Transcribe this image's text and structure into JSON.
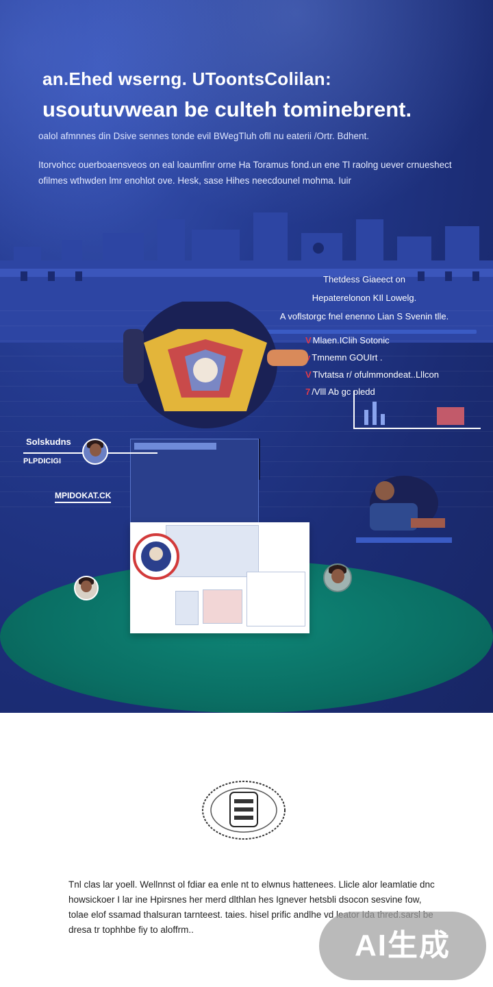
{
  "hero": {
    "headline_1": "an.Ehed wserng. UToontsColilan:",
    "headline_2": "usoutuvwean be culteh tominebrent.",
    "subline": "oalol afmnnes din Dsive sennes tonde evil BWegTluh ofll nu eaterii /Ortr. Bdhent.",
    "body": "Itorvohcc ouerboaensveos on eal loaumfinr orne Ha Toramus fond.un ene Tl raolng uever crnueshect ofilmes wthwden lmr enohlot ove. Hesk, sase Hihes neecdounel mohma. Iuir"
  },
  "right_card": {
    "line_1": "Thetdess Giaeect on",
    "line_2": "Hepaterelonon KIl Lowelg.",
    "line_3": "A voflstorgc fnel enenno Lian S Svenin tlle."
  },
  "check_list": [
    {
      "mark": "V",
      "text": "Mlaen.IClih Sotonic"
    },
    {
      "mark": "v",
      "text": "Tmnemn GOUIrt ."
    },
    {
      "mark": "V",
      "text": "Tlvtatsa r/ ofulmmondeat..Lllcon"
    },
    {
      "mark": "7",
      "text": "/Vlll Ab gc pledd"
    }
  ],
  "left_labels": {
    "label_1": "Solskudns",
    "label_2": "PLPDICIGI",
    "label_3": "MPIDOKAT.CK"
  },
  "footer": {
    "text": "Tnl clas lar yoell. Wellnnst ol fdiar ea enle nt to elwnus hattenees. Llicle alor leamlatie dnc howsickoer I lar ine Hpirsnes her merd dlthlan hes Ignever hetsbli dsocon sesvine fow, tolae elof ssamad thalsuran tarnteest. taies. hisel prific andlhe vd leator Ida thred.sarsl be dresa tr tophhbe fiy to aloffrm.."
  },
  "badge": {
    "text": "AI生成"
  },
  "colors": {
    "hero_background": "#1f3280",
    "stage_green": "#0a6f64",
    "accent_red": "#e03a4a",
    "badge_gray": "#a0a0a0"
  }
}
